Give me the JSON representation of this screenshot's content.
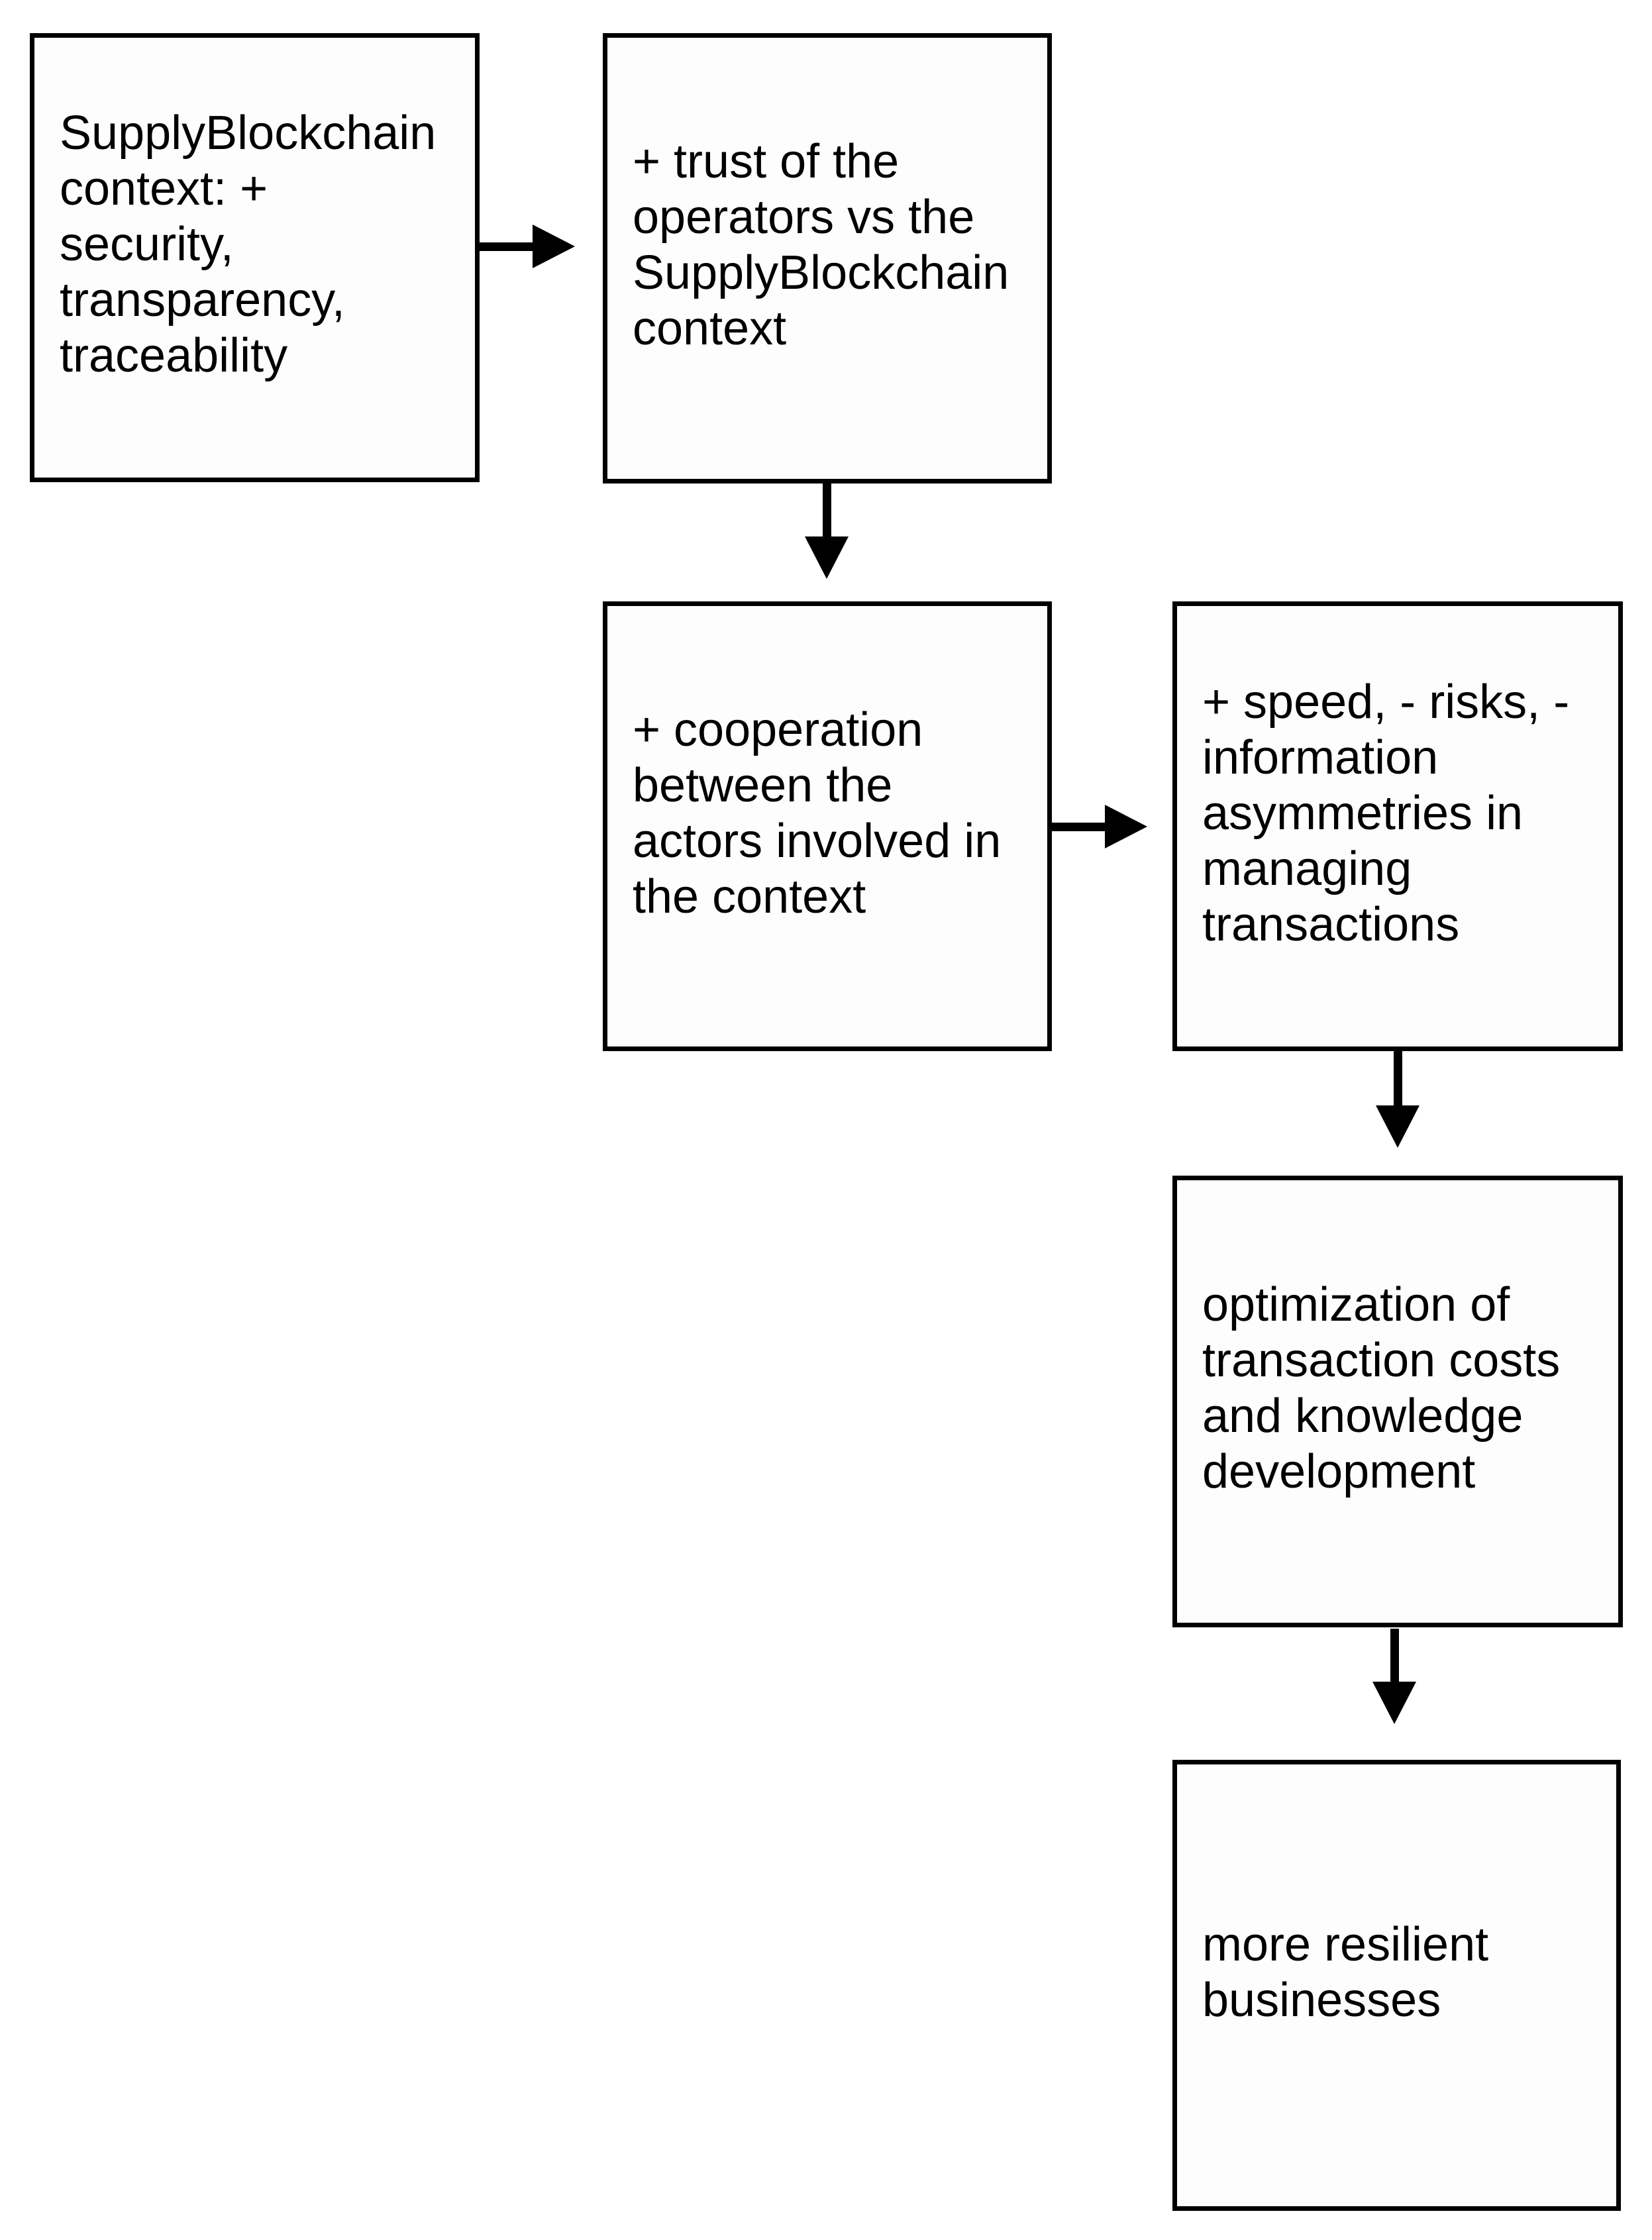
{
  "diagram": {
    "type": "flowchart",
    "background_color": "#ffffff",
    "box_border_color": "#000000",
    "box_fill_color": "#fdfdfd",
    "text_color": "#000000",
    "arrow_color": "#000000",
    "nodes": [
      {
        "id": "context",
        "text": "SupplyBlockchain context: + security, transparency, traceability",
        "lines": [
          "SupplyBlockchain",
          "context: +",
          "security,",
          "transparency,",
          "traceability"
        ]
      },
      {
        "id": "trust",
        "text": "+ trust of the operators vs the SupplyBlockchain context",
        "lines": [
          "+ trust of the",
          "operators vs the",
          "SupplyBlockchain",
          "context"
        ]
      },
      {
        "id": "cooperation",
        "text": "+ cooperation between the actors involved in the context",
        "lines": [
          "+ cooperation",
          "between the",
          "actors involved in",
          "the context"
        ]
      },
      {
        "id": "speed",
        "text": "+ speed, - risks, - information asymmetries in managing transactions",
        "lines": [
          "+ speed, - risks, -",
          "information",
          "asymmetries in",
          "managing",
          "transactions"
        ]
      },
      {
        "id": "optimization",
        "text": "optimization of transaction costs and knowledge development",
        "lines": [
          "optimization of",
          "transaction costs",
          "and knowledge",
          "development"
        ]
      },
      {
        "id": "resilience",
        "text": "more resilient businesses",
        "lines": [
          "more resilient",
          "businesses"
        ]
      }
    ],
    "edges": [
      {
        "from": "context",
        "to": "trust",
        "direction": "right"
      },
      {
        "from": "trust",
        "to": "cooperation",
        "direction": "down"
      },
      {
        "from": "cooperation",
        "to": "speed",
        "direction": "right"
      },
      {
        "from": "speed",
        "to": "optimization",
        "direction": "down"
      },
      {
        "from": "optimization",
        "to": "resilience",
        "direction": "down"
      }
    ]
  }
}
